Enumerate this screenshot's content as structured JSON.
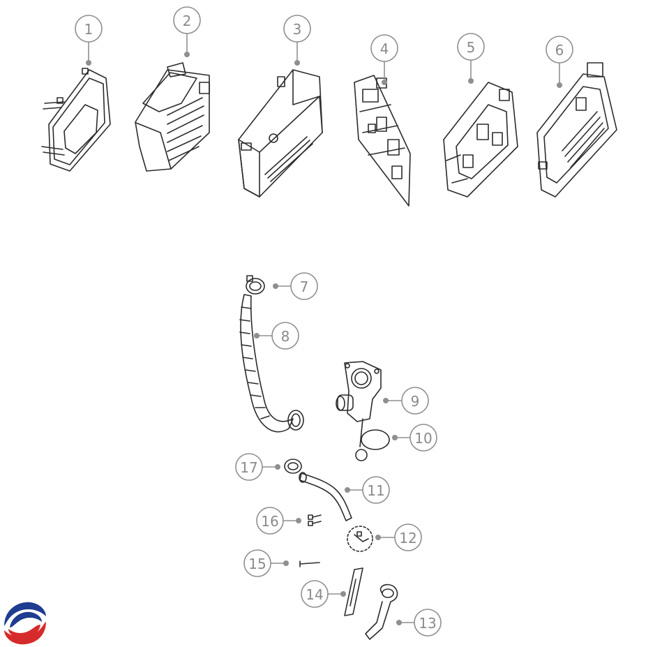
{
  "diagram": {
    "colors": {
      "line": "#2b2b2b",
      "callout": "#8f8f8f",
      "callout_text": "#8a8a8a",
      "logo_blue": "#1f3d8f",
      "logo_red": "#d62b2b"
    },
    "callouts": [
      {
        "id": "1",
        "label": "1"
      },
      {
        "id": "2",
        "label": "2"
      },
      {
        "id": "3",
        "label": "3"
      },
      {
        "id": "4",
        "label": "4"
      },
      {
        "id": "5",
        "label": "5"
      },
      {
        "id": "6",
        "label": "6"
      },
      {
        "id": "7",
        "label": "7"
      },
      {
        "id": "8",
        "label": "8"
      },
      {
        "id": "9",
        "label": "9"
      },
      {
        "id": "10",
        "label": "10"
      },
      {
        "id": "11",
        "label": "11"
      },
      {
        "id": "12",
        "label": "12"
      },
      {
        "id": "13",
        "label": "13"
      },
      {
        "id": "14",
        "label": "14"
      },
      {
        "id": "15",
        "label": "15"
      },
      {
        "id": "16",
        "label": "16"
      },
      {
        "id": "17",
        "label": "17"
      }
    ],
    "logo_icon": "brand-swirl-logo-icon"
  }
}
